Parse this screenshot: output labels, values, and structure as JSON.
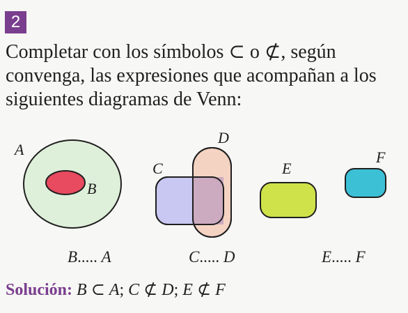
{
  "exercise_number": "2",
  "prompt": {
    "line1": "Completar con los símbolos ⊂ o ⊄, según",
    "line2": "convenga, las expresiones que acompañan a los",
    "line3": "siguientes diagramas de Venn:"
  },
  "diagram_labels": {
    "A": "A",
    "B": "B",
    "C": "C",
    "D": "D",
    "E": "E",
    "F": "F"
  },
  "expressions": [
    {
      "left": "B",
      "dots": ".....",
      "right": "A"
    },
    {
      "left": "C",
      "dots": ".....",
      "right": "D"
    },
    {
      "left": "E",
      "dots": ".....",
      "right": "F"
    }
  ],
  "solution": {
    "label": "Solución:",
    "parts": [
      {
        "left": "B",
        "symbol": "⊂",
        "right": "A",
        "sep": ";"
      },
      {
        "left": "C",
        "symbol": "⊄",
        "right": "D",
        "sep": ";"
      },
      {
        "left": "E",
        "symbol": "⊄",
        "right": "F",
        "sep": ""
      }
    ]
  },
  "colors": {
    "badge": "#7a3e8e",
    "set_A": "#dff0da",
    "set_B": "#e84a5f",
    "set_C": "#c9c8f2",
    "set_D": "#f5cdb8",
    "set_E": "#cfe24a",
    "set_F": "#3cc0d6"
  }
}
